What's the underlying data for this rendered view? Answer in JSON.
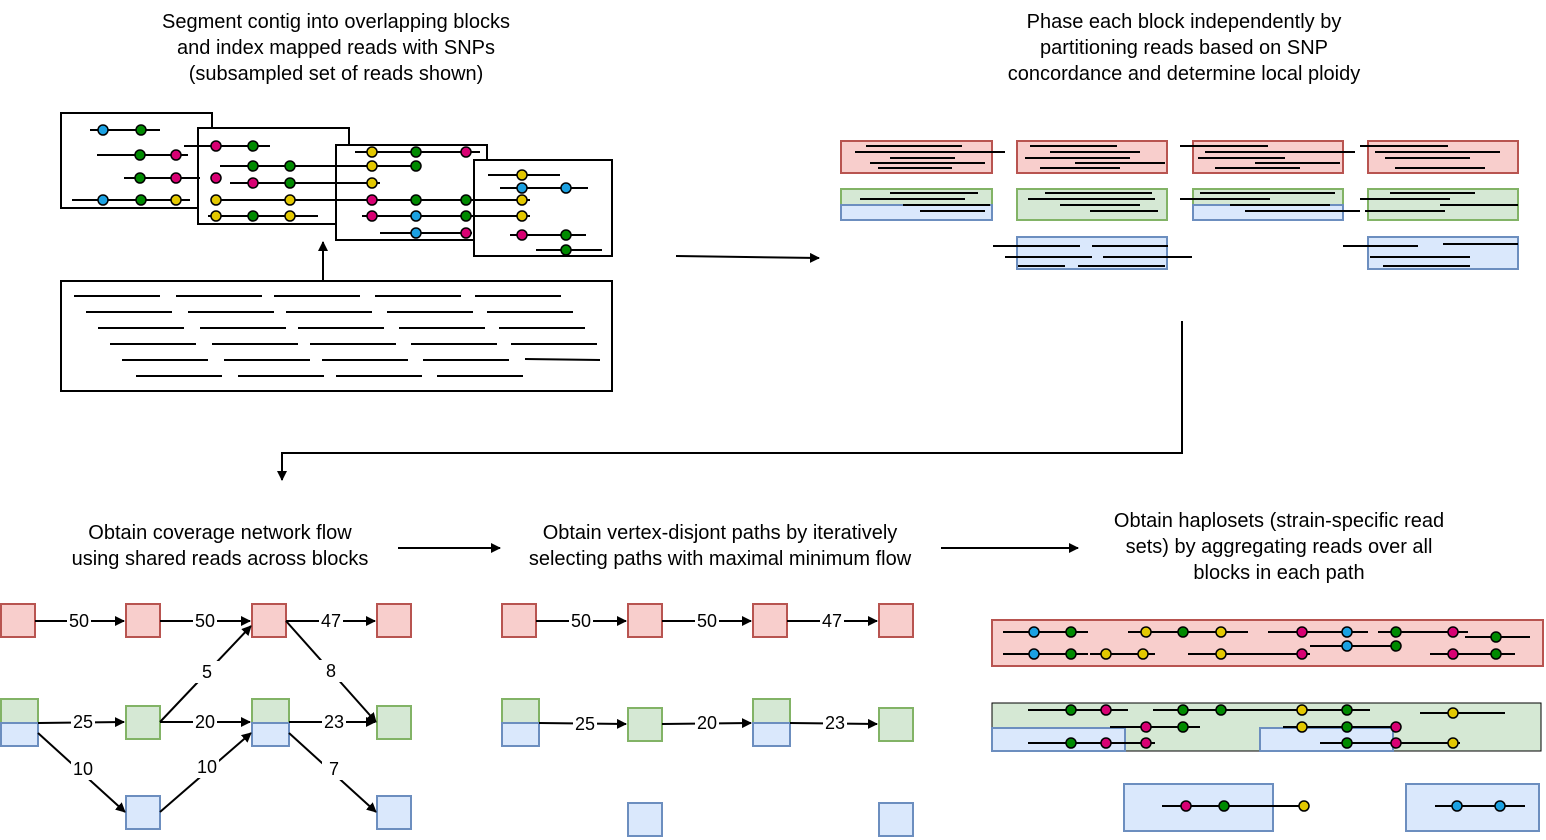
{
  "steps": {
    "segment": "Segment contig into overlapping blocks\nand index mapped reads with SNPs\n(subsampled set of reads shown)",
    "phase": "Phase each block independently by\npartitioning reads based on SNP\nconcordance and determine local ploidy",
    "flow": "Obtain coverage network flow\nusing shared reads across blocks",
    "paths": "Obtain vertex-disjont paths by iteratively\nselecting paths with maximal minimum flow",
    "haplosets": "Obtain haplosets (strain-specific read\nsets) by aggregating reads over all\nblocks in each path"
  },
  "flow_network": {
    "edges": [
      {
        "from": "r1",
        "to": "r2",
        "label": "50"
      },
      {
        "from": "r2",
        "to": "r3",
        "label": "50"
      },
      {
        "from": "r3",
        "to": "r4",
        "label": "47"
      },
      {
        "from": "gb1",
        "to": "g2",
        "label": "25"
      },
      {
        "from": "gb1",
        "to": "b2",
        "label": "10"
      },
      {
        "from": "g2",
        "to": "r3",
        "label": "5"
      },
      {
        "from": "g2",
        "to": "gb3",
        "label": "20"
      },
      {
        "from": "b2",
        "to": "gb3",
        "label": "10"
      },
      {
        "from": "r3",
        "to": "g4",
        "label": "8"
      },
      {
        "from": "gb3",
        "to": "g4",
        "label": "23"
      },
      {
        "from": "gb3",
        "to": "b4",
        "label": "7"
      }
    ]
  },
  "path_network": {
    "edges": [
      {
        "from": "r1",
        "to": "r2",
        "label": "50"
      },
      {
        "from": "r2",
        "to": "r3",
        "label": "50"
      },
      {
        "from": "r3",
        "to": "r4",
        "label": "47"
      },
      {
        "from": "gb1",
        "to": "g2",
        "label": "25"
      },
      {
        "from": "g2",
        "to": "gb3",
        "label": "20"
      },
      {
        "from": "gb3",
        "to": "g4",
        "label": "23"
      }
    ]
  },
  "colors": {
    "red_fill": "#f8cecc",
    "red_stroke": "#b85450",
    "green_fill": "#d5e8d4",
    "green_stroke": "#82b366",
    "blue_fill": "#dae8fc",
    "blue_stroke": "#6c8ebf",
    "snp_blue": "#1ba1e2",
    "snp_green": "#008a00",
    "snp_pink": "#d80073",
    "snp_yellow": "#e3c800"
  }
}
